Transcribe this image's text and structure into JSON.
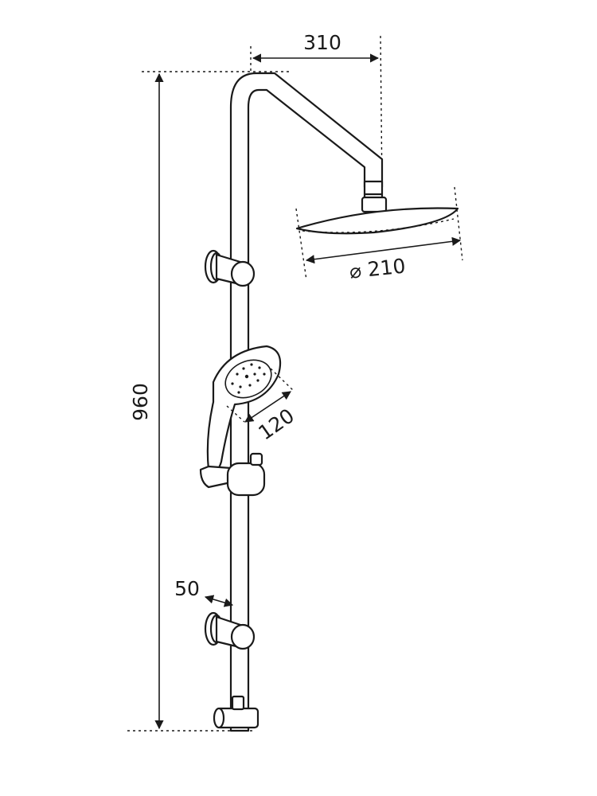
{
  "title": "Shower system dimensions",
  "dimensions": {
    "arm_reach": "310",
    "total_height": "960",
    "head_diameter": "⌀ 210",
    "hand_shower": "120",
    "wall_distance": "50"
  },
  "colors": {
    "line": "#1a1a1a",
    "background": "#ffffff"
  }
}
